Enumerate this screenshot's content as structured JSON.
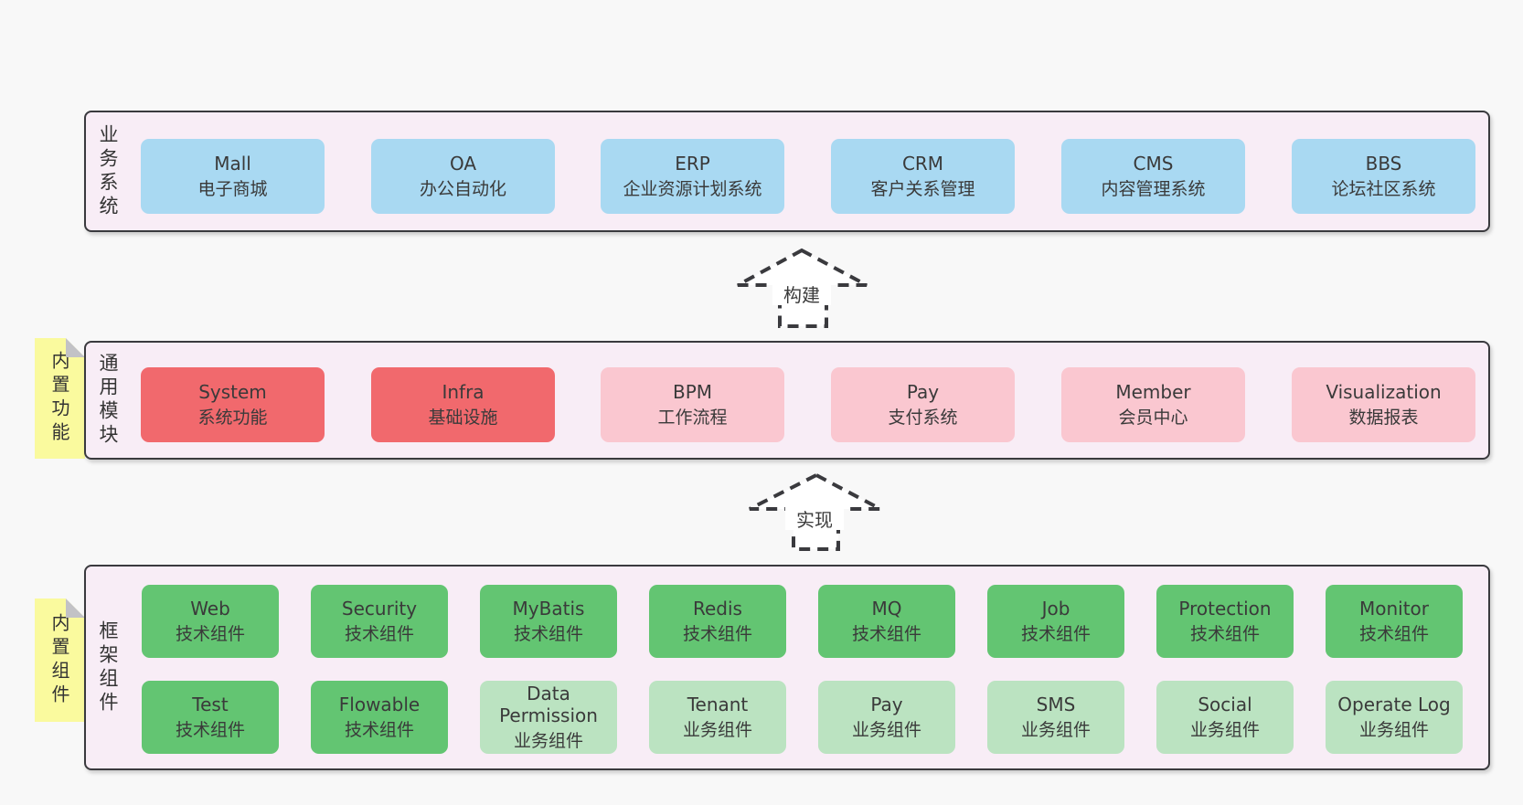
{
  "colors": {
    "background": "#f8f8f8",
    "section_fill": "#f8edf6",
    "section_border": "#3a3a3e",
    "business_box": "#a9d9f2",
    "module_core_box": "#f1696d",
    "module_optional_box": "#fac7d0",
    "tech_component_box": "#63c572",
    "biz_component_box": "#bbe3c1",
    "sticky_note": "#fafa9e",
    "sticky_fold": "#c2c2c6"
  },
  "business": {
    "label": "业务系统",
    "items": [
      {
        "title": "Mall",
        "subtitle": "电子商城"
      },
      {
        "title": "OA",
        "subtitle": "办公自动化"
      },
      {
        "title": "ERP",
        "subtitle": "企业资源计划系统"
      },
      {
        "title": "CRM",
        "subtitle": "客户关系管理"
      },
      {
        "title": "CMS",
        "subtitle": "内容管理系统"
      },
      {
        "title": "BBS",
        "subtitle": "论坛社区系统"
      }
    ]
  },
  "modules": {
    "label": "通用模块",
    "sticky_note": "内置功能",
    "items": [
      {
        "title": "System",
        "subtitle": "系统功能"
      },
      {
        "title": "Infra",
        "subtitle": "基础设施"
      },
      {
        "title": "BPM",
        "subtitle": "工作流程"
      },
      {
        "title": "Pay",
        "subtitle": "支付系统"
      },
      {
        "title": "Member",
        "subtitle": "会员中心"
      },
      {
        "title": "Visualization",
        "subtitle": "数据报表"
      }
    ]
  },
  "components": {
    "label": "框架组件",
    "sticky_note": "内置组件",
    "row1": [
      {
        "title": "Web",
        "subtitle": "技术组件"
      },
      {
        "title": "Security",
        "subtitle": "技术组件"
      },
      {
        "title": "MyBatis",
        "subtitle": "技术组件"
      },
      {
        "title": "Redis",
        "subtitle": "技术组件"
      },
      {
        "title": "MQ",
        "subtitle": "技术组件"
      },
      {
        "title": "Job",
        "subtitle": "技术组件"
      },
      {
        "title": "Protection",
        "subtitle": "技术组件"
      },
      {
        "title": "Monitor",
        "subtitle": "技术组件"
      }
    ],
    "row2": [
      {
        "title": "Test",
        "subtitle": "技术组件"
      },
      {
        "title": "Flowable",
        "subtitle": "技术组件"
      },
      {
        "title": "Data Permission",
        "subtitle": "业务组件"
      },
      {
        "title": "Tenant",
        "subtitle": "业务组件"
      },
      {
        "title": "Pay",
        "subtitle": "业务组件"
      },
      {
        "title": "SMS",
        "subtitle": "业务组件"
      },
      {
        "title": "Social",
        "subtitle": "业务组件"
      },
      {
        "title": "Operate Log",
        "subtitle": "业务组件"
      }
    ]
  },
  "arrows": {
    "build_label": "构建",
    "implement_label": "实现"
  }
}
